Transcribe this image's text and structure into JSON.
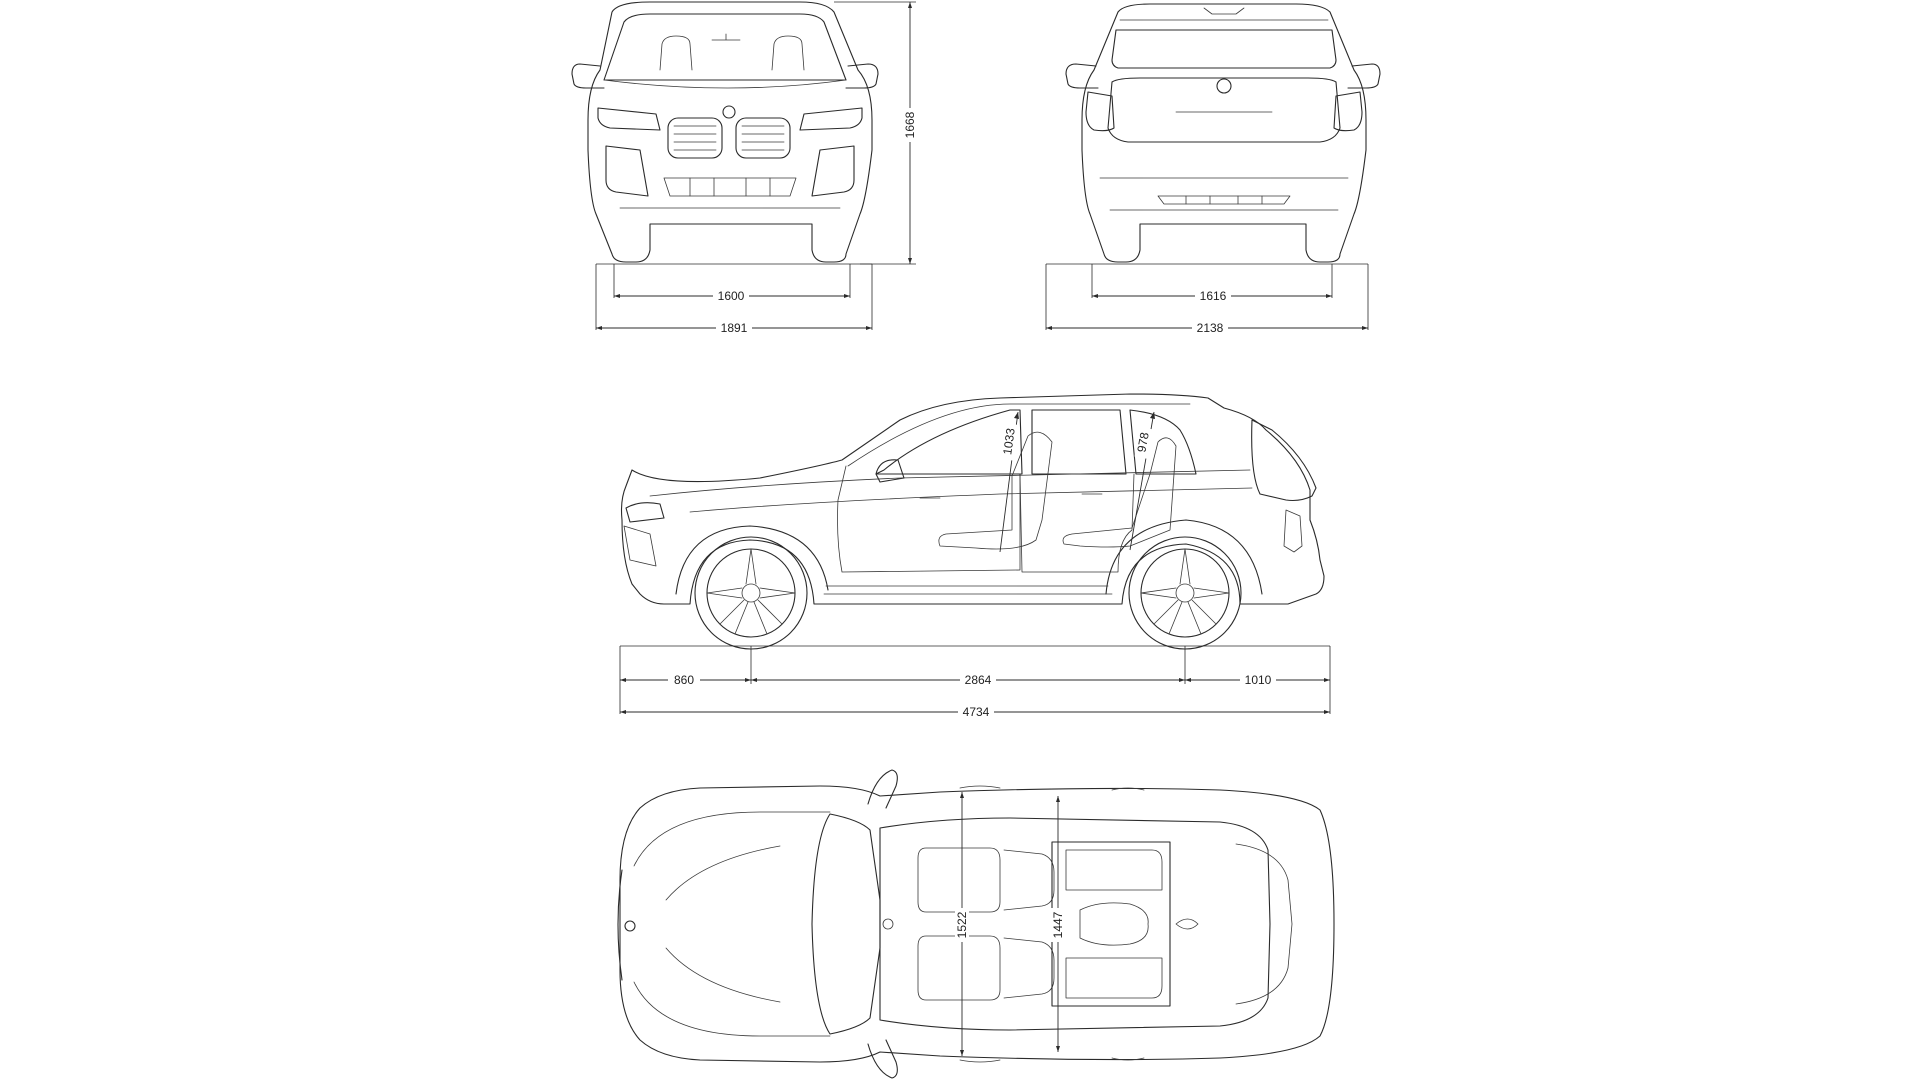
{
  "diagram": {
    "colors": {
      "line": "#2b2b2b",
      "background": "#ffffff"
    },
    "front_view": {
      "track_front": "1600",
      "width_body": "1891",
      "height": "1668"
    },
    "rear_view": {
      "track_rear": "1616",
      "width_mirrors": "2138"
    },
    "side_view": {
      "front_overhang": "860",
      "wheelbase": "2864",
      "rear_overhang": "1010",
      "length": "4734",
      "headroom_front": "1033",
      "headroom_rear": "978"
    },
    "top_view": {
      "shoulder_width_front": "1522",
      "shoulder_width_rear": "1447"
    }
  }
}
